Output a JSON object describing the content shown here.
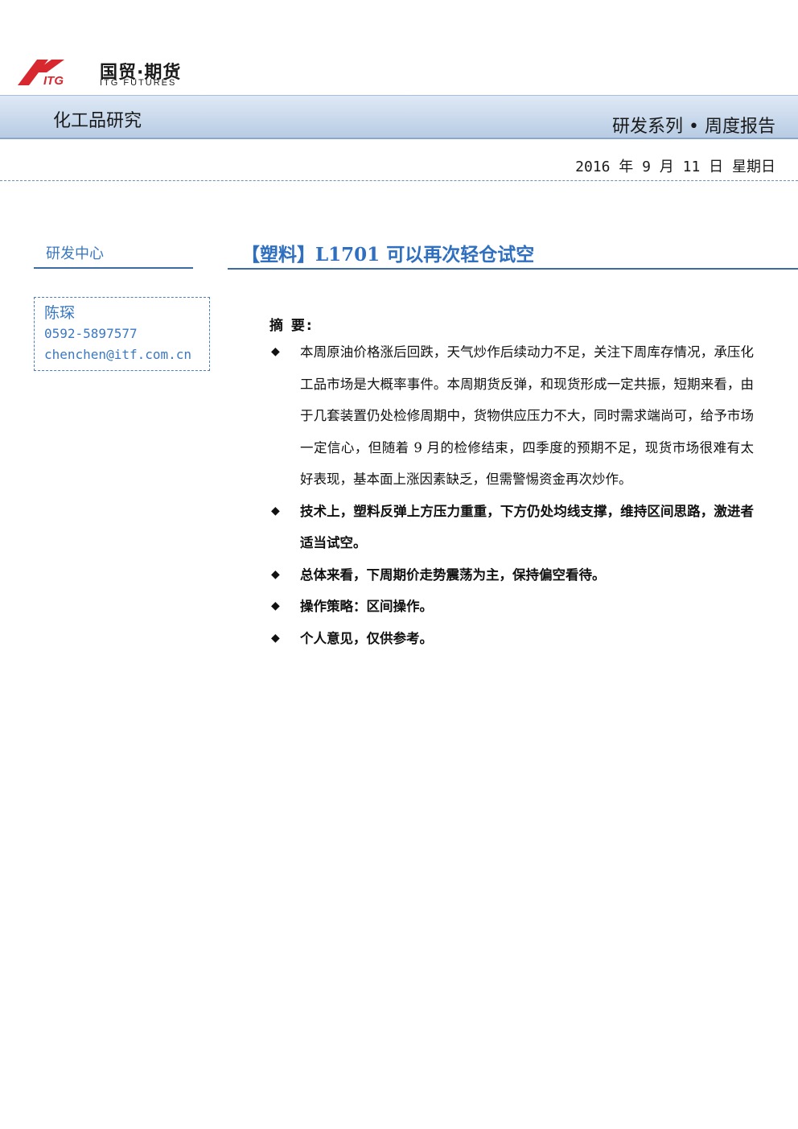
{
  "logo": {
    "mark_text": "ITG",
    "name_cn": "国贸·期货",
    "name_en": "ITG FUTURES",
    "red": "#d7282f",
    "blue": "#1b4f9c"
  },
  "header": {
    "category": "化工品研究",
    "series": "研发系列 • 周度报告",
    "band_color": "#c9d9ec"
  },
  "date": "2016 年 9 月 11 日 星期日",
  "left": {
    "center_label": "研发中心",
    "contact": {
      "name": "陈琛",
      "phone": "0592-5897577",
      "email": "chenchen@itf.com.cn"
    }
  },
  "report": {
    "title": "【塑料】L1701 可以再次轻仓试空",
    "summary_heading": "摘 要:",
    "bullet_glyph": "◆",
    "bullets": [
      {
        "text": "本周原油价格涨后回跌，天气炒作后续动力不足，关注下周库存情况，承压化工品市场是大概率事件。本周期货反弹，和现货形成一定共振，短期来看，由于几套装置仍处检修周期中，货物供应压力不大，同时需求端尚可，给予市场一定信心，但随着 9 月的检修结束，四季度的预期不足，现货市场很难有太好表现，基本面上涨因素缺乏，但需警惕资金再次炒作。",
        "bold": false
      },
      {
        "text": "技术上，塑料反弹上方压力重重，下方仍处均线支撑，维持区间思路，激进者适当试空。",
        "bold": true
      },
      {
        "text": "总体来看，下周期价走势震荡为主，保持偏空看待。",
        "bold": true
      },
      {
        "text": "操作策略：区间操作。",
        "bold": true
      },
      {
        "text": "个人意见，仅供参考。",
        "bold": true
      }
    ]
  }
}
